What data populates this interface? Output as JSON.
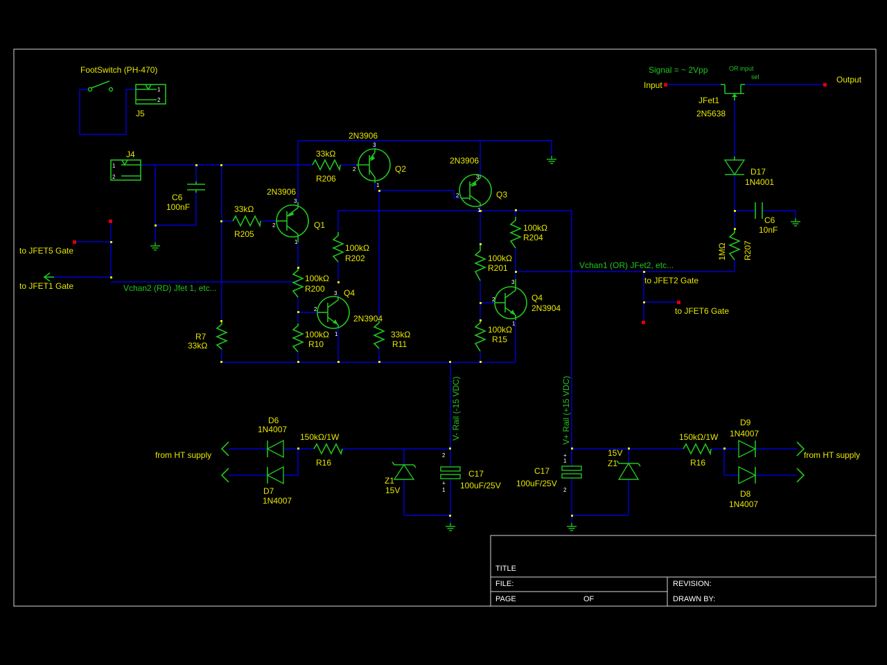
{
  "footswitch": {
    "title": "FootSwitch (PH-470)",
    "ref": "J5",
    "pin1": "1",
    "pin2": "2"
  },
  "j4": {
    "ref": "J4",
    "pin1": "1",
    "pin2": "2"
  },
  "labels": {
    "jfet5": "to JFET5 Gate",
    "jfet1": "to JFET1 Gate",
    "vchan2": "Vchan2 (RD) Jfet 1, etc...",
    "vchan1": "Vchan1 (OR) JFet2, etc...",
    "jfet2": "to JFET2 Gate",
    "jfet6": "to JFET6 Gate",
    "vminus": "V- Rail (-15 VDC)",
    "vplus": "V+ Rail (+15 VDC)",
    "ht_left": "from HT supply",
    "ht_right": "from HT supply",
    "signal": "Signal = ~ 2Vpp",
    "input": "Input",
    "output": "Output",
    "or_input": "OR input",
    "sel": "sel"
  },
  "components": {
    "c6_left": {
      "ref": "C6",
      "value": "100nF"
    },
    "r205": {
      "ref": "R205",
      "value": "33kΩ"
    },
    "r206": {
      "ref": "R206",
      "value": "33kΩ"
    },
    "q1": {
      "ref": "Q1",
      "part": "2N3906"
    },
    "q2": {
      "ref": "Q2",
      "part": "2N3906"
    },
    "q3": {
      "ref": "Q3",
      "part": "2N3906"
    },
    "q4_left": {
      "ref": "Q4",
      "part": "2N3904"
    },
    "q4_right": {
      "ref": "Q4",
      "part": "2N3904"
    },
    "r7": {
      "ref": "R7",
      "value": "33kΩ"
    },
    "r200": {
      "ref": "R200",
      "value": "100kΩ"
    },
    "r202": {
      "ref": "R202",
      "value": "100kΩ"
    },
    "r10": {
      "ref": "R10",
      "value": "100kΩ"
    },
    "r11": {
      "ref": "R11",
      "value": "33kΩ"
    },
    "r201": {
      "ref": "R201",
      "value": "100kΩ"
    },
    "r204": {
      "ref": "R204",
      "value": "100kΩ"
    },
    "r15": {
      "ref": "R15",
      "value": "100kΩ"
    },
    "jfet1": {
      "ref": "JFet1",
      "part": "2N5638"
    },
    "d17": {
      "ref": "D17",
      "part": "1N4001"
    },
    "c6_right": {
      "ref": "C6",
      "value": "10nF"
    },
    "r207": {
      "ref": "R207",
      "value": "1MΩ"
    },
    "d6": {
      "ref": "D6",
      "part": "1N4007"
    },
    "d7": {
      "ref": "D7",
      "part": "1N4007"
    },
    "r16_left": {
      "ref": "R16",
      "value": "150kΩ/1W"
    },
    "z1_left": {
      "ref": "Z1",
      "value": "15V"
    },
    "c17_left": {
      "ref": "C17",
      "value": "100uF/25V"
    },
    "c17_right": {
      "ref": "C17",
      "value": "100uF/25V"
    },
    "z1_right": {
      "ref": "Z1",
      "value": "15V"
    },
    "r16_right": {
      "ref": "R16",
      "value": "150kΩ/1W"
    },
    "d9": {
      "ref": "D9",
      "part": "1N4007"
    },
    "d8": {
      "ref": "D8",
      "part": "1N4007"
    }
  },
  "pins": {
    "p1": "1",
    "p2": "2",
    "p3": "3",
    "plus": "+"
  },
  "title_block": {
    "title": "TITLE",
    "file": "FILE:",
    "page": "PAGE",
    "of": "OF",
    "revision": "REVISION:",
    "drawn_by": "DRAWN BY:"
  },
  "colors": {
    "wire": "#0000ff",
    "component": "#22c522",
    "label": "#e8e800",
    "net_label": "#22c522",
    "test_point": "#e00000",
    "frame": "#d8d8d8",
    "background": "#000000"
  }
}
